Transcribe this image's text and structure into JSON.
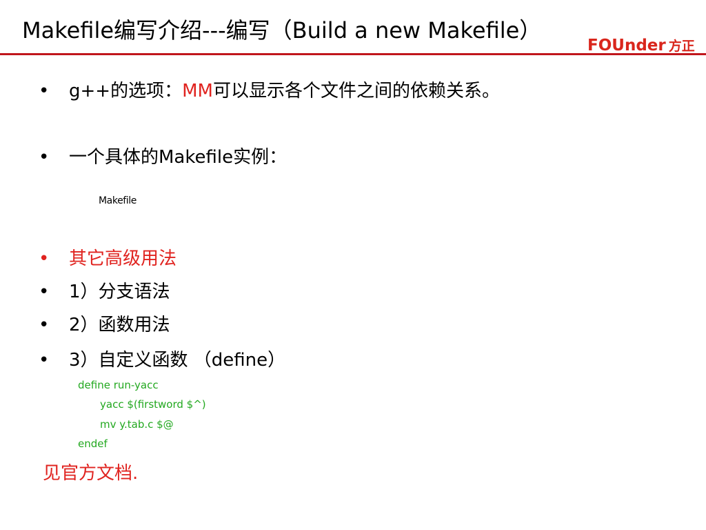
{
  "slide": {
    "title": "Makefile编写介绍---编写（Build a new Makefile）",
    "logo": {
      "latin": "FOUnder",
      "chinese": "方正"
    },
    "bullet_char": "•",
    "bullets": [
      {
        "text_pre": "g++的选项：",
        "text_highlight": "MM",
        "text_post": "可以显示各个文件之间的依赖关系。"
      },
      {
        "text": "一个具体的Makefile实例："
      },
      {
        "text": "其它高级用法"
      },
      {
        "text": "1）分支语法"
      },
      {
        "text": "2）函数用法"
      },
      {
        "text": "3）自定义函数 （define）"
      }
    ],
    "embedded_object_label": "Makefile",
    "code_lines": [
      "define run-yacc",
      "yacc $(firstword $^)",
      "mv y.tab.c $@",
      "endef"
    ],
    "footer": "见官方文档."
  },
  "colors": {
    "accent_red": "#e0231f",
    "rule_red": "#c0161b",
    "code_green": "#22a81f"
  }
}
